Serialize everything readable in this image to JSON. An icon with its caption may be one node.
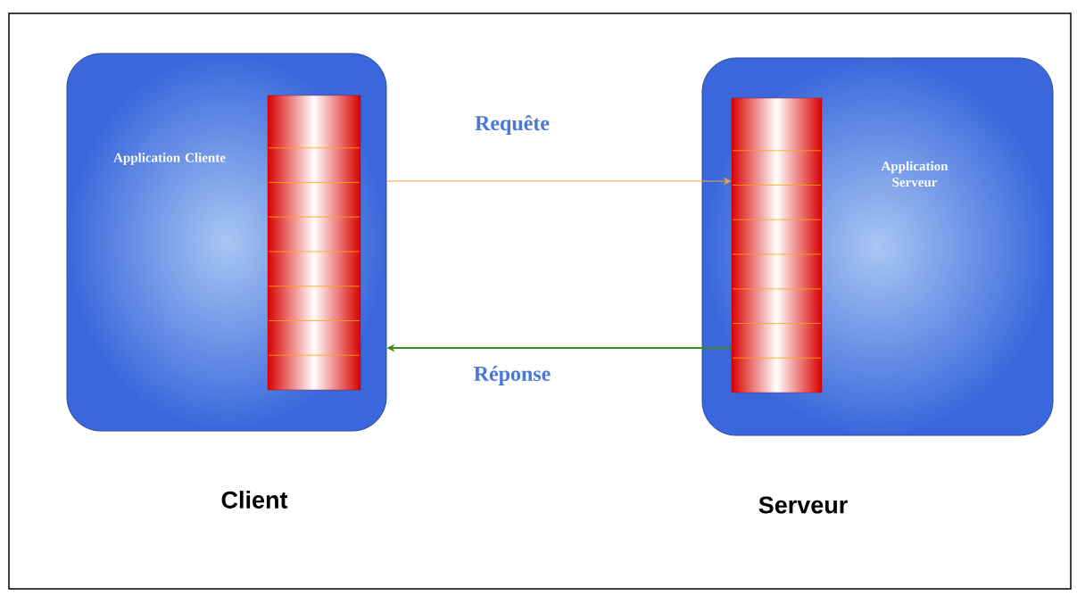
{
  "diagram": {
    "nodes": [
      {
        "text": [
          "Application Cliente"
        ],
        "beside": [
          "Client"
        ]
      },
      {
        "text": [],
        "shape": "bar",
        "in": 0
      },
      {
        "text": [
          "Application Serveur"
        ],
        "beside": [
          "Serveur"
        ]
      },
      {
        "text": [],
        "shape": "bar",
        "in": 2
      }
    ],
    "edges": [
      {
        "from": 0,
        "to": 3,
        "arrow": "to",
        "label": "Requête",
        "color": "#f0a040"
      },
      {
        "from": 3,
        "to": 0,
        "arrow": "to",
        "label": "Réponse",
        "color": "#3a8a20"
      }
    ]
  }
}
